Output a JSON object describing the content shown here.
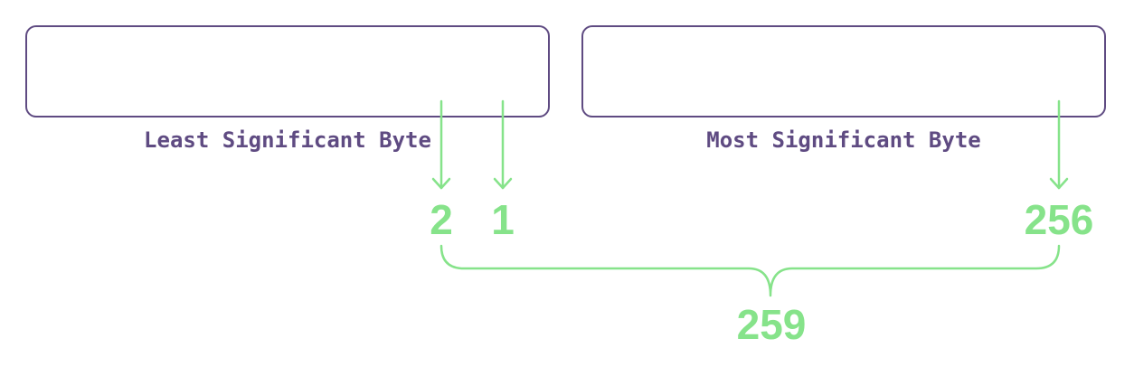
{
  "boxes": {
    "lsb_label": "Least Significant Byte",
    "msb_label": "Most Significant Byte"
  },
  "values": {
    "lsb_bit_two": "2",
    "lsb_bit_one": "1",
    "msb_bit": "256",
    "total": "259"
  },
  "colors": {
    "box_stroke": "#5f4b82",
    "label_text": "#5f4b82",
    "accent_green": "#86e38a"
  }
}
